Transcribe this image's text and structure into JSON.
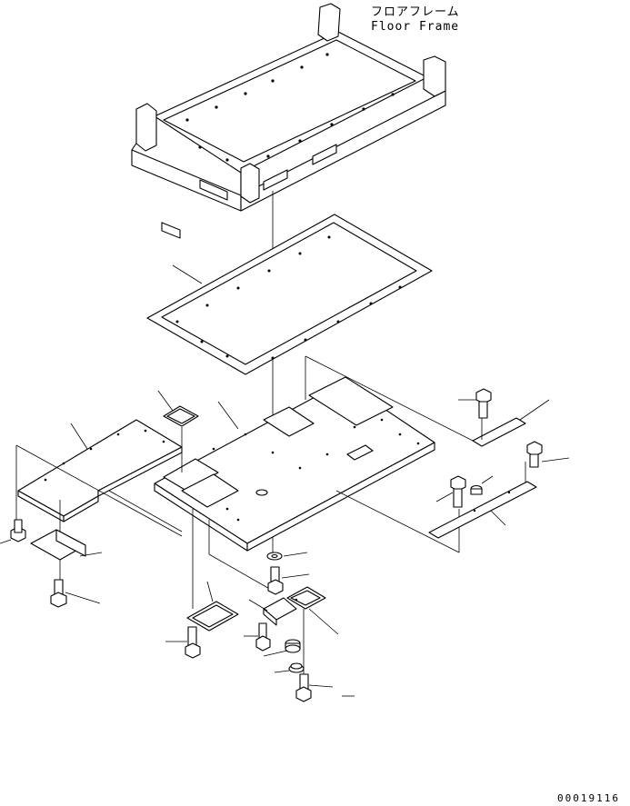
{
  "title_jp": "フロアフレーム",
  "title_en": "Floor Frame",
  "figure_code": "00019116"
}
